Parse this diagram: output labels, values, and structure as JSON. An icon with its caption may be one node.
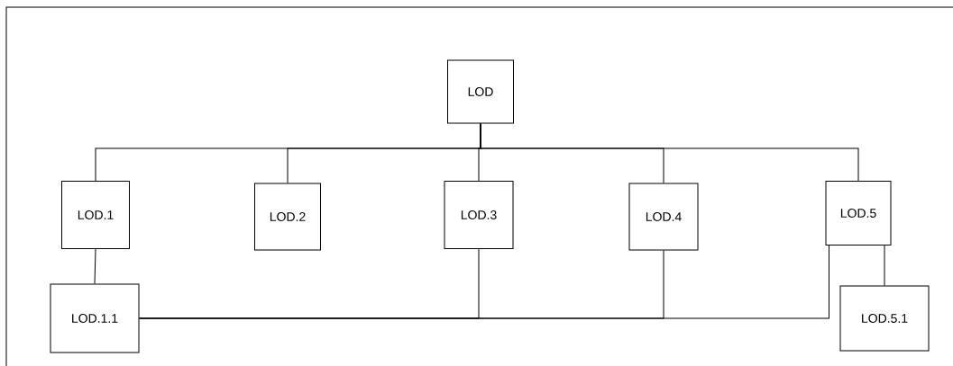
{
  "diagram": {
    "nodes": [
      {
        "text": [
          "LOD"
        ]
      },
      {
        "text": [
          "LOD.1"
        ]
      },
      {
        "text": [
          "LOD.2"
        ]
      },
      {
        "text": [
          "LOD.3"
        ]
      },
      {
        "text": [
          "LOD.4"
        ]
      },
      {
        "text": [
          "LOD.5"
        ]
      },
      {
        "text": [
          "LOD.1.1"
        ]
      },
      {
        "text": [
          "LOD.5.1"
        ]
      }
    ],
    "edges": [
      {
        "from": 0,
        "to": 1,
        "arrow": "none"
      },
      {
        "from": 0,
        "to": 2,
        "arrow": "none"
      },
      {
        "from": 0,
        "to": 3,
        "arrow": "none"
      },
      {
        "from": 0,
        "to": 4,
        "arrow": "none"
      },
      {
        "from": 0,
        "to": 5,
        "arrow": "none"
      },
      {
        "from": 1,
        "to": 6,
        "arrow": "none"
      },
      {
        "from": 5,
        "to": 7,
        "arrow": "none"
      },
      {
        "from": 6,
        "to": 3,
        "arrow": "none"
      },
      {
        "from": 6,
        "to": 4,
        "arrow": "none"
      },
      {
        "from": 6,
        "to": 5,
        "arrow": "none"
      }
    ]
  }
}
